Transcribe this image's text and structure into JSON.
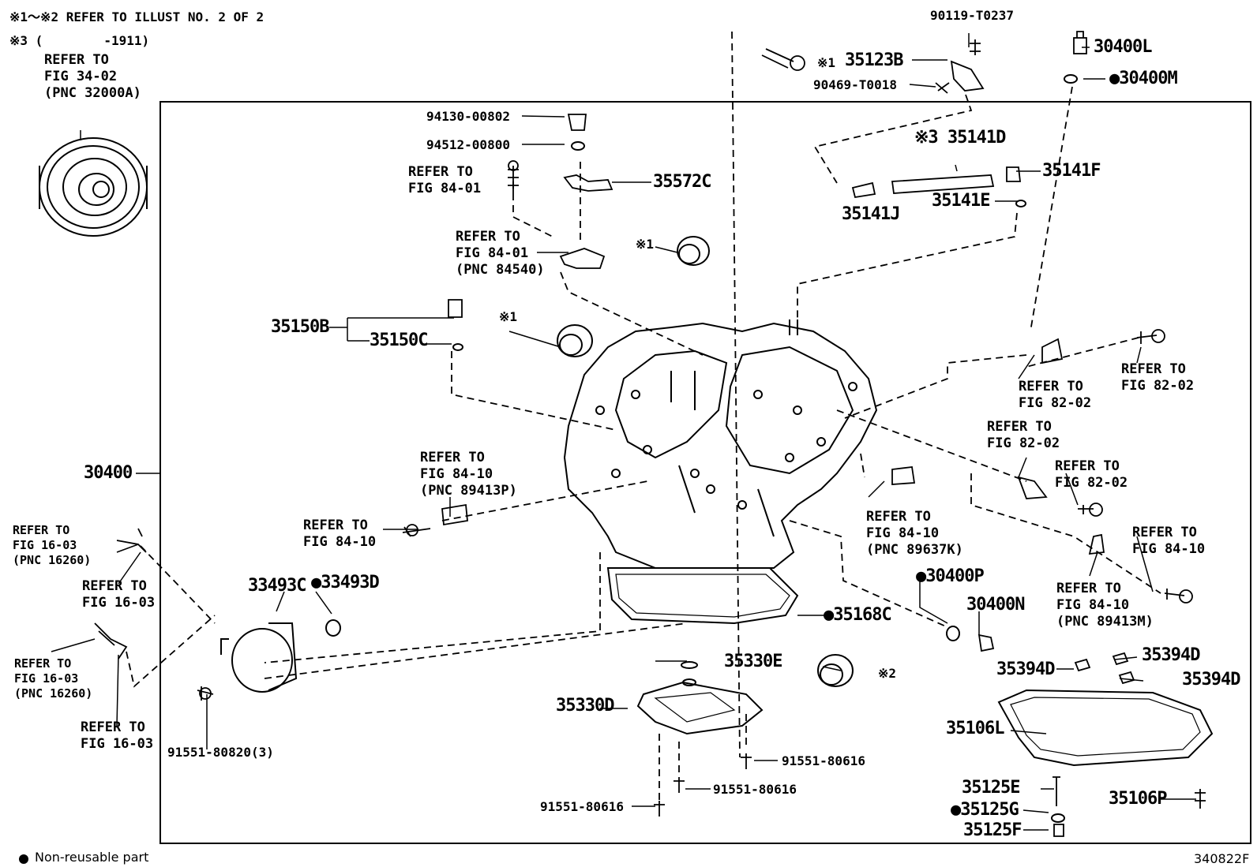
{
  "header": {
    "note1": "※1～※2 REFER TO ILLUST NO. 2 OF 2",
    "note2": "※3 (        -1911)"
  },
  "refs": {
    "torque_converter": "REFER TO\nFIG 34-02\n(PNC 32000A)",
    "fig84_01_bolt": "REFER TO\nFIG 84-01",
    "fig84_01_sensor": "REFER TO\nFIG 84-01\n(PNC 84540)",
    "fig84_10_sensor": "REFER TO\nFIG 84-10\n(PNC 89413P)",
    "fig84_10_bolt": "REFER TO\nFIG 84-10",
    "fig16_03_a": "REFER TO\nFIG 16-03\n(PNC 16260)",
    "fig16_03_b": "REFER TO\nFIG 16-03",
    "fig16_03_c": "REFER TO\nFIG 16-03\n(PNC 16260)",
    "fig16_03_d": "REFER TO\nFIG 16-03",
    "fig82_02_a": "REFER TO\nFIG 82-02",
    "fig82_02_b": "REFER TO\nFIG 82-02",
    "fig82_02_c": "REFER TO\nFIG 82-02",
    "fig82_02_d": "REFER TO\nFIG 82-02",
    "fig84_10_89637k": "REFER TO\nFIG 84-10\n(PNC 89637K)",
    "fig84_10_right": "REFER TO\nFIG 84-10",
    "fig84_10_89413m": "REFER TO\nFIG 84-10\n(PNC 89413M)"
  },
  "parts": {
    "p90119": "90119-T0237",
    "p35123B": "35123B",
    "p90469": "90469-T0018",
    "p30400L": "30400L",
    "p30400M": "●30400M",
    "p94130": "94130-00802",
    "p94512": "94512-00800",
    "p35572C": "35572C",
    "p35141D": "※3 35141D",
    "p35141F": "35141F",
    "p35141E": "35141E",
    "p35141J": "35141J",
    "p35150B": "35150B",
    "p35150C": "35150C",
    "p30400": "30400",
    "p33493C": "33493C",
    "p33493D": "●33493D",
    "p35168C": "●35168C",
    "p30400P": "●30400P",
    "p30400N": "30400N",
    "p35330E": "35330E",
    "p35330D": "35330D",
    "p35394D_a": "35394D",
    "p35394D_b": "35394D",
    "p35394D_c": "35394D",
    "p35106L": "35106L",
    "p35125E": "35125E",
    "p35125G": "●35125G",
    "p35125F": "35125F",
    "p35106P": "35106P",
    "p91551_80820": "91551-80820(3)",
    "p91551_80616_a": "91551-80616",
    "p91551_80616_b": "91551-80616",
    "p91551_80616_c": "91551-80616"
  },
  "markers": {
    "m1_top": "※1",
    "m1_mid": "※1",
    "m1_left": "※1",
    "m2": "※2"
  },
  "footer": {
    "legend": "Non-reusable part",
    "code": "340822F"
  }
}
